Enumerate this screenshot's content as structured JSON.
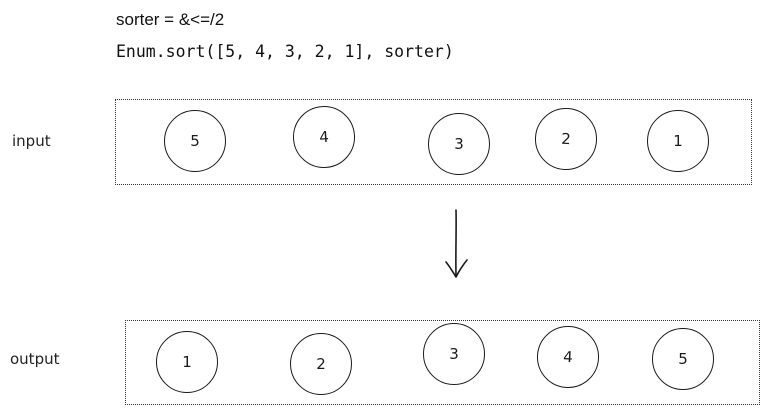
{
  "code": {
    "line1": "sorter = &<=/2",
    "line2": "Enum.sort([5, 4, 3, 2, 1], sorter)"
  },
  "input_row": {
    "label": "input",
    "items": [
      "5",
      "4",
      "3",
      "2",
      "1"
    ]
  },
  "output_row": {
    "label": "output",
    "items": [
      "1",
      "2",
      "3",
      "4",
      "5"
    ]
  }
}
